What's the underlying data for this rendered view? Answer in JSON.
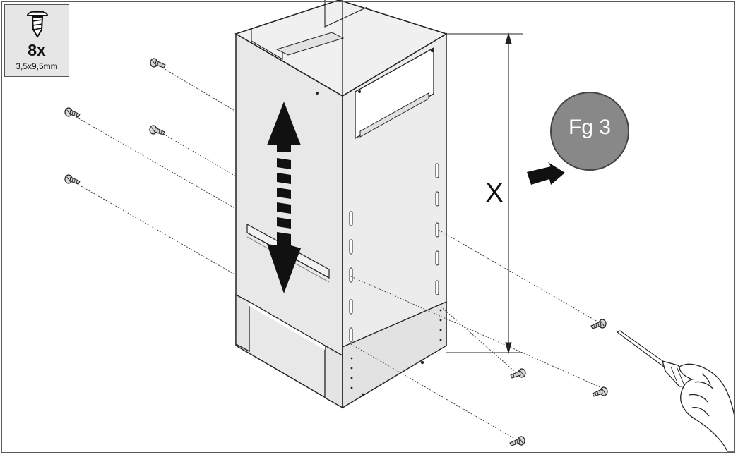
{
  "legend": {
    "icon": "screw-icon",
    "count": "8x",
    "size": "3,5x9,5mm"
  },
  "figure_reference": {
    "label": "Fg 3",
    "fill_color": "#888888"
  },
  "dimension": {
    "label": "X"
  },
  "icons": [
    "screw-icon",
    "screwdriver-icon",
    "hand-icon",
    "double-arrow-icon",
    "pointer-arrow-icon"
  ]
}
